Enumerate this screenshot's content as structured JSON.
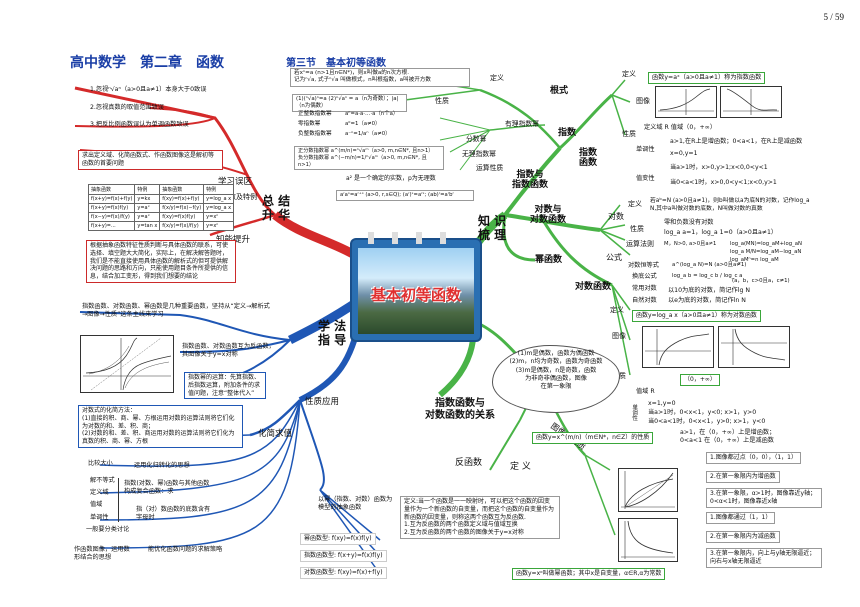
{
  "page_number": "5 / 59",
  "header": {
    "title": "高中数学　第二章　函数",
    "section": "第三节　基本初等函数"
  },
  "center_title": "基本初等函数",
  "main_branches": {
    "zongjie": "总 结\n升 华",
    "zhishi": "知 识\n梳 理",
    "xuefa": "学 法\n指 导",
    "zhishu_guan": "指数函数与\n对数函数的关系"
  },
  "sub_branches": {
    "xuexi_wuqu": "学习误区",
    "zhineng_tisheng": "知能提升",
    "xingzhi_yingyong": "性质应用",
    "huajian_qiuzhi": "化简求值",
    "genshi": "根式",
    "zhishu": "指数",
    "zhishu_yu_zhishuhanshu": "指数与\n指数函数",
    "zhishu_hanshu": "指数\n函数",
    "duishu_yu_duishuhanshu": "对数与\n对数函数",
    "duishu_hanshu": "对数函数",
    "mi_hanshu": "幂函数",
    "fan_hanshu": "反函数",
    "dingyi": "定 义",
    "tuxiang_he_xingzhi": "图像和性质",
    "duishu": "对数",
    "gongshi": "公式",
    "chouxiang": "抽象函数及特例"
  },
  "leaves": {
    "genshi_def": "定义",
    "genshi_prop": "性质",
    "youli_zhishu": "有理指数幂",
    "fenshu_mi": "分数幂",
    "wuli_zhishu": "无理指数幂",
    "yunsuan_xingzhi": "运算性质",
    "zhengshu_mi": "正整数指数幂",
    "ling_mi": "零指数幂",
    "fu_mi": "负整数指数幂",
    "zhengfenshu": "正分数指数幂",
    "fufenshu": "负分数指数幂",
    "alpha_note": "a² 是一个确定的实数，p为无理数",
    "zs_def_lbl": "定义",
    "zs_graph_lbl": "图像",
    "zs_prop_lbl": "性质",
    "dandiao": "单调性",
    "zhiyu": "值变性",
    "ds_def_lbl": "定义",
    "ds_prop_lbl": "性质",
    "yunsuan_faze": "运算法则",
    "duishu_hengdeng": "对数恒等式",
    "huandi_gongshi": "换底公式",
    "changyong_duishu": "常用对数",
    "ziran_duishu": "自然对数",
    "dsh_def_lbl": "定义",
    "dsh_graph_lbl": "图像",
    "dsh_prop_lbl": "性质",
    "dsh_zhiyu": "值域",
    "dsh_dandiao": "单调性"
  },
  "texts": {
    "genshi_def_text": "若xⁿ=a (n>1且n∈N*)，则x叫做a的n次方根.",
    "genshi_def_text2": "记为ⁿ√a, 式子ⁿ√a 叫做根式，n叫根指数，a叫被开方数",
    "zs_def_box": "函数y=aˣ（a>0且a≠1）称为指数函数",
    "zs_dingyiyu": "定义域 R 值域（0，+∞）",
    "zs_mono1": "a>1,在R上是增函数；0<a<1，在R上是减函数",
    "zs_mono2": "x=0,y=1",
    "zs_val1": "当x>0,y>1;x<0,0<y<1",
    "zs_val2": "当0<a<1时，x>0,0<y<1;x<0,y>1",
    "zs_val0": "当a>1时，x>0,y>1;x<0,0<y<1",
    "ds_def_box": "若aᵇ=N (a>0且a≠1)，则b叫做以a为底N的对数，记作log_a N,其中a叫做对数的底数，N叫做对数的真数",
    "ds_prop1": "零和负数没有对数",
    "ds_prop2": "log_a a=1，log_a 1=0（a>0且a≠1）",
    "ds_faze1": "M，N>0, a>0且a≠1",
    "ds_faze2": "log_a(MN)=log_aM+log_aN",
    "ds_faze3": "log_a M/N=log_aM−log_aN",
    "ds_faze4": "log_aMⁿ=n log_aM",
    "ds_hengdeng": "a^(log_a N)=N (a>0且a≠1)",
    "ds_huandi": "log_a b = log_c b / log_c a",
    "ds_huandi2": "(a，b，c>0且a，c≠1)",
    "ds_changyong": "以10为底的对数，简记作lg N",
    "ds_ziran": "以e为底的对数，简记作ln N",
    "dsh_def_box": "函数y=log_a x（a>0且a≠1）称为对数函数",
    "dsh_zhiyu_val": "（0，+∞）",
    "dsh_zhiyu_R": "值域 R",
    "dsh_prop1": "x=1,y=0",
    "dsh_prop2": "当a>1时，0<x<1，y<0; x>1，y>0",
    "dsh_prop3": "当0<a<1时，0<x<1，y>0; x>1，y<0",
    "dsh_mono": "a>1，在（0，+∞）上是增函数；\n0<a<1 在（0，+∞）上是减函数",
    "cloud_text": "(1)m是偶数，函数为偶函数\n(2)m，n均为奇数，函数为奇函数\n(3)m是偶数，n是奇数，函数\n为非奇非偶函数，图像\n在第一象限",
    "mi_def_box": "函数y=x^(m/n)（m∈N*，n∈Z）的性质",
    "mi_graph1": "1.图像都过点（0，0），（1，1）",
    "mi_graph2": "2.在第一象限内为增函数",
    "mi_graph3": "3.在第一象限，α>1时，图像靠近y轴；0<α<1时，图像靠近x轴",
    "mi_graph4": "1.图像都通过（1，1）",
    "mi_graph5": "2.在第一象限内为减函数",
    "mi_graph6": "3.在第一象限内，向上与y轴无限逼近；向右与x轴无限逼近",
    "mi_bottom": "函数y=xᵅ叫做幂函数；其中x是自变量，α∈R,α为常数",
    "fan_def_box": "定义:当一个函数是一一映射时，可以把这个函数的因变量作为一个新函数的自变量，而把这个函数的自变量作为新函数的因变量，则称这两个函数互为反函数.",
    "fan_def_box2": "1.互为反函数的两个函数定义域与值域互换",
    "fan_def_box3": "2.互为反函数的两个函数的图像关于y=x对称",
    "wuqu1": "1.忽视ⁿ√aⁿ（a>0且a≠1）本身大于0致误",
    "wuqu2": "2.忽视真数的取值范围致误",
    "wuqu3": "3.把反比例函数误认为单调函数致误",
    "tisheng_box": "求出定义域、化简函数式、作函数图像这是解初等函数的首要问题",
    "chouxiang_head": [
      "抽象函数",
      "特例",
      "抽象函数",
      "特例"
    ],
    "chouxiang_rows": [
      [
        "f(x+y)=f(x)+f(y)",
        "y=kx",
        "f(xy)=f(x)+f(y)",
        "y=log_a x"
      ],
      [
        "f(x+y)=f(x)f(y)",
        "y=aˣ",
        "f(x/y)=f(x)−f(y)",
        "y=log_a x"
      ],
      [
        "f(x−y)=f(x)/f(y)",
        "y=aˣ",
        "f(xy)=f(x)f(y)",
        "y=xⁿ"
      ],
      [
        "f(x+y)=...",
        "y=tan x",
        "f(x/y)=f(x)/f(y)",
        "y=xⁿ"
      ]
    ],
    "zhineng_box": "根据抽象函数特征性质判断与具体函数的联系，可使选择、填空题大大简化，实际上，在解决解答题时，我们是不能直接使用具体函数的解析式的但可提供解决问题的思路和方向，只能使用题目条件所提供的信息，结合加工变形，得到我们想要的结论",
    "xuefa_top": "指数函数、对数函数、幂函数是几种重要函数，坚持从“定义→解析式→图像→性质”这条主线来学习",
    "xuefa_sym": "指数函数、对数函数互为反函数，其图像关于y=x对称",
    "xuefa_mi": "指数幂的运算：先算指数、后指数运算，附加条件的求值问题，注意“整体代入”",
    "huajian_box": "对数式的化简方法：\n(1)直接的积、商、幂、方根运用对数的运算法则将它们化为对数的和、差、积、商；\n(2)对数的和、差、积、商运用对数的运算法则将它们化为真数的积、商、幂、方根",
    "bijiao_daxiao": "比较大小",
    "bijiao_desc": "运用化归转化的思想",
    "jie_budengshi": "解不等式",
    "dingyiyu": "定义域",
    "zhiyu2": "值域",
    "dandiao2": "单调性",
    "jie_desc": "指数(对数、幂)函数与其他函数构成复合函数：求",
    "fenlei": "一般要分类讨论",
    "fenlei_desc": "指（对）数函数的底数含有字母时",
    "tuxiang_desc": "作函数图像，运用数形结合的思想",
    "nengyong_desc": "能优化函数问题的求解策略",
    "moxing_box": "以幂（指数、对数）函数为模型的抽象函数",
    "mi_moxing": "幂函数型:  f(xy)=f(x)f(y)",
    "zs_moxing": "指数函数型:  f(x+y)=f(x)f(y)",
    "ds_moxing": "对数函数型:  f(xy)=f(x)+f(y)",
    "formula_fen1": "a^(m/n)=ⁿ√aᵐ（a>0, m,n∈N*, 且n>1）",
    "formula_fen2": "a^(−m/n)=1/ⁿ√aᵐ（a>0, m,n∈N*, 且n>1）",
    "formula_zheng": "aⁿ=a·a·…·a（n个a）",
    "formula_ling": "a⁰=1（a≠0）",
    "formula_fu": "a⁻ⁿ=1/aⁿ（a≠0）",
    "formula_yunsuan": "aʳaˢ=aʳ⁺ˢ (a>0, r,s∈Q); (aʳ)ˢ=aʳˢ; (ab)ʳ=aʳbʳ",
    "genshi_prop_text": "(1)(ⁿ√a)ⁿ=a   (2)ⁿ√aⁿ = a（n为奇数）；|a|（n为偶数）"
  },
  "colors": {
    "red": "#d42a2a",
    "green": "#49b347",
    "blue": "#1f57b5",
    "title_blue": "#1a3ea6"
  }
}
